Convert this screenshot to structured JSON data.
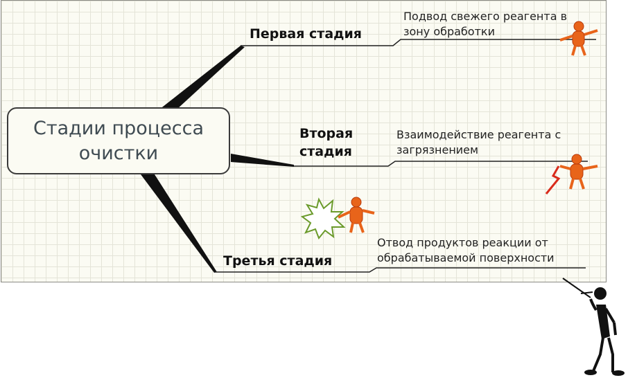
{
  "root": {
    "line1": "Стадии процесса",
    "line2": "очистки"
  },
  "branches": [
    {
      "label": "Первая стадия",
      "note_line1": "Подвод свежего реагента в",
      "note_line2": "зону обработки"
    },
    {
      "label_line1": "Вторая",
      "label_line2": "стадия",
      "note_line1": "Взаимодействие реагента с",
      "note_line2": "загрязнением"
    },
    {
      "label": "Третья стадия",
      "note_line1": "Отвод продуктов реакции от",
      "note_line2": "обрабатываемой поверхности"
    }
  ],
  "colors": {
    "figure": "#e8641a",
    "stickman": "#111111",
    "burst": "#6a9a2a",
    "grid_bg": "#fbfbf3"
  }
}
